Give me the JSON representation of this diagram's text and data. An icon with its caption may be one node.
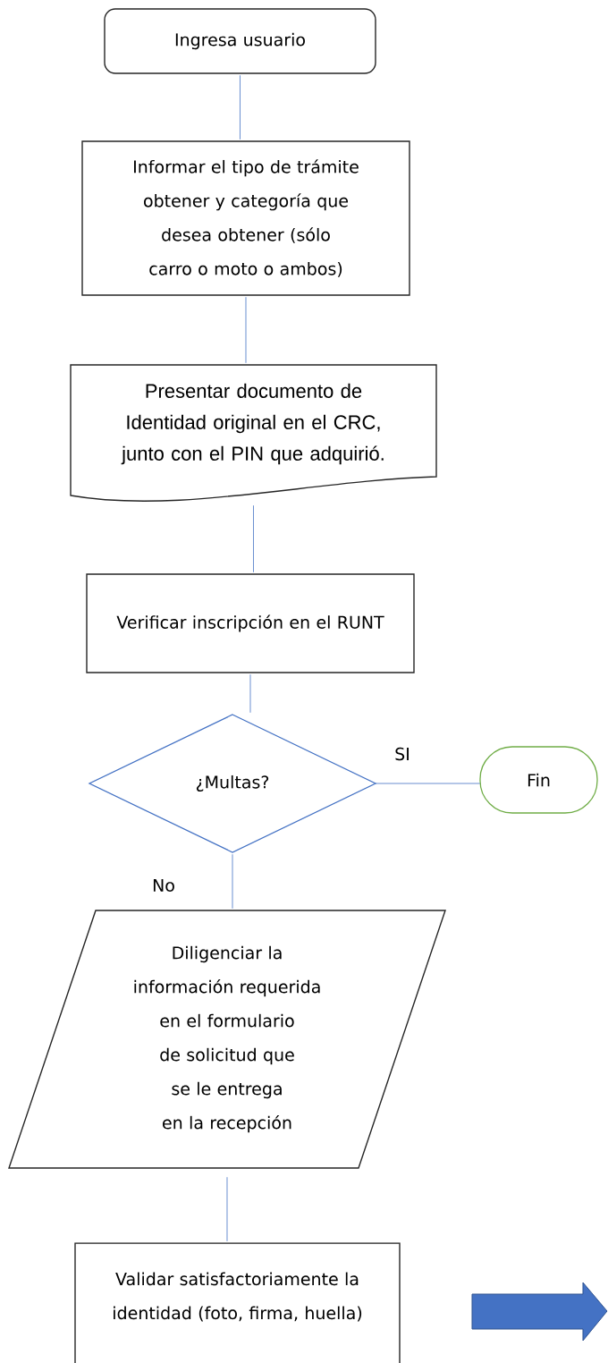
{
  "diagram": {
    "nodes": [
      {
        "text": [
          "Ingresa usuario"
        ]
      },
      {
        "text": [
          "Informar el tipo de trámite obtener y categoría que desea obtener (sólo carro o moto o ambos)"
        ]
      },
      {
        "text": [
          "Presentar documento de Identidad original en el CRC, junto con el PIN que adquirió."
        ]
      },
      {
        "text": [
          "Verificar inscripción en el RUNT"
        ]
      },
      {
        "text": [
          "¿Multas?"
        ]
      },
      {
        "text": [
          "Fin"
        ]
      },
      {
        "text": [
          "Diligenciar la información requerida en el formulario de solicitud que se le entrega en la recepción"
        ]
      },
      {
        "text": [
          "Validar satisfactoriamente la identidad (foto, firma, huella)"
        ]
      }
    ],
    "edges": [
      {
        "from": 0,
        "to": 1,
        "arrow": "none"
      },
      {
        "from": 1,
        "to": 2,
        "arrow": "none"
      },
      {
        "from": 2,
        "to": 3,
        "arrow": "none"
      },
      {
        "from": 3,
        "to": 4,
        "arrow": "none"
      },
      {
        "from": 4,
        "to": 5,
        "label": "SI",
        "arrow": "none"
      },
      {
        "from": 4,
        "to": 6,
        "label": "No",
        "arrow": "none"
      },
      {
        "from": 6,
        "to": 7,
        "arrow": "none"
      }
    ]
  }
}
